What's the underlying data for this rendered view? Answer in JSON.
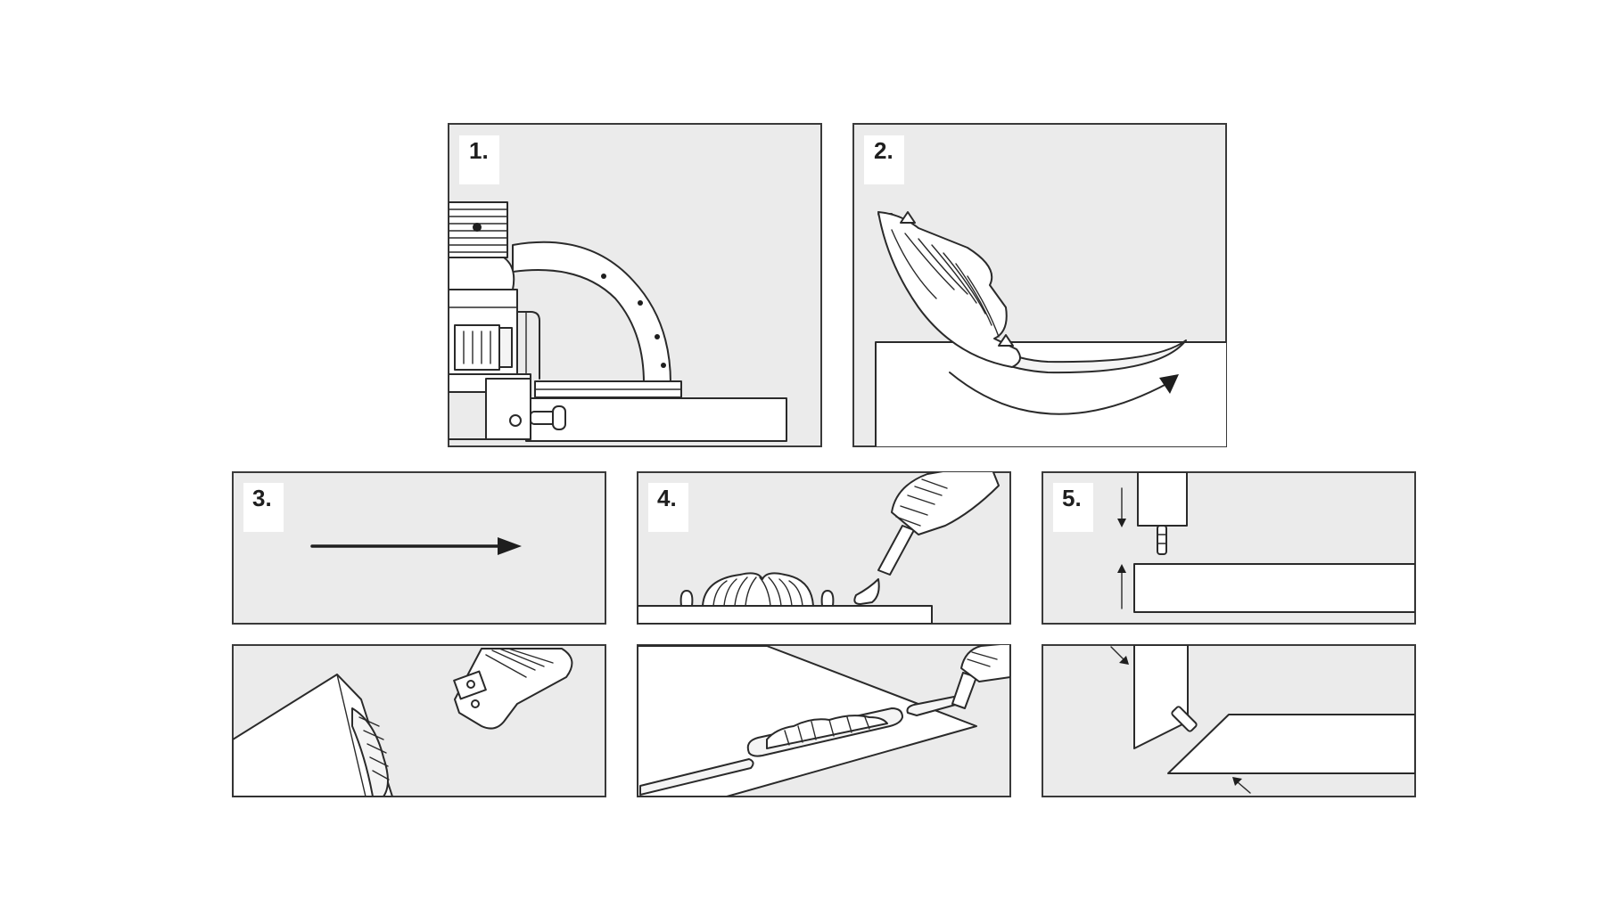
{
  "steps": {
    "s1": "1.",
    "s2": "2.",
    "s3": "3.",
    "s4": "4.",
    "s5": "5."
  },
  "colors": {
    "panel_fill": "#ebebeb",
    "panel_stroke": "#3a3a3a",
    "line": "#2a2a2a",
    "background": "#ffffff"
  }
}
